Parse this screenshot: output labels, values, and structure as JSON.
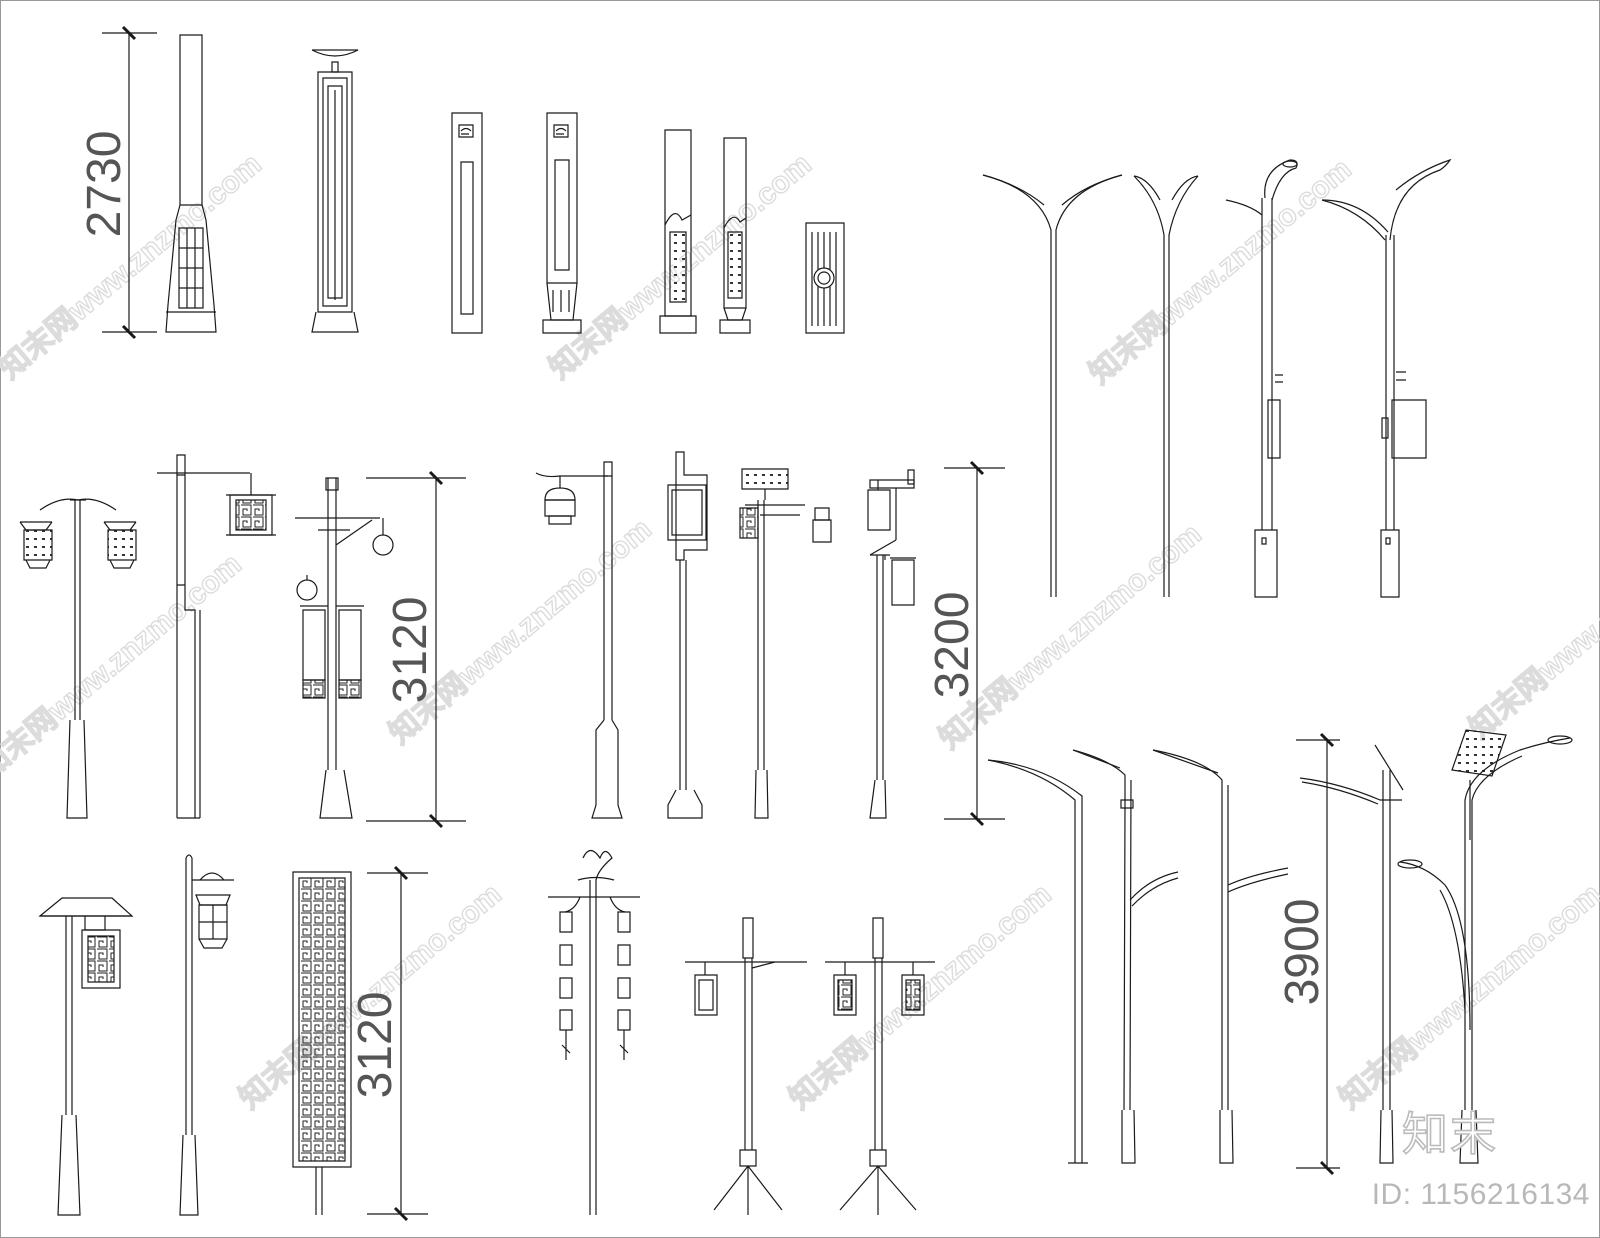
{
  "dimensions": [
    {
      "id": "dim-2730",
      "text": "2730"
    },
    {
      "id": "dim-3120-a",
      "text": "3120"
    },
    {
      "id": "dim-3200",
      "text": "3200"
    },
    {
      "id": "dim-3120-b",
      "text": "3120"
    },
    {
      "id": "dim-3900",
      "text": "3900"
    }
  ],
  "watermark": {
    "text": "知末网www.znzmo.com"
  },
  "brand": {
    "logo_text": "知末",
    "id_text": "ID: 1156216134"
  },
  "colors": {
    "line": "#1a1a1a",
    "border": "#999999",
    "watermark": "#dcdcdc"
  }
}
